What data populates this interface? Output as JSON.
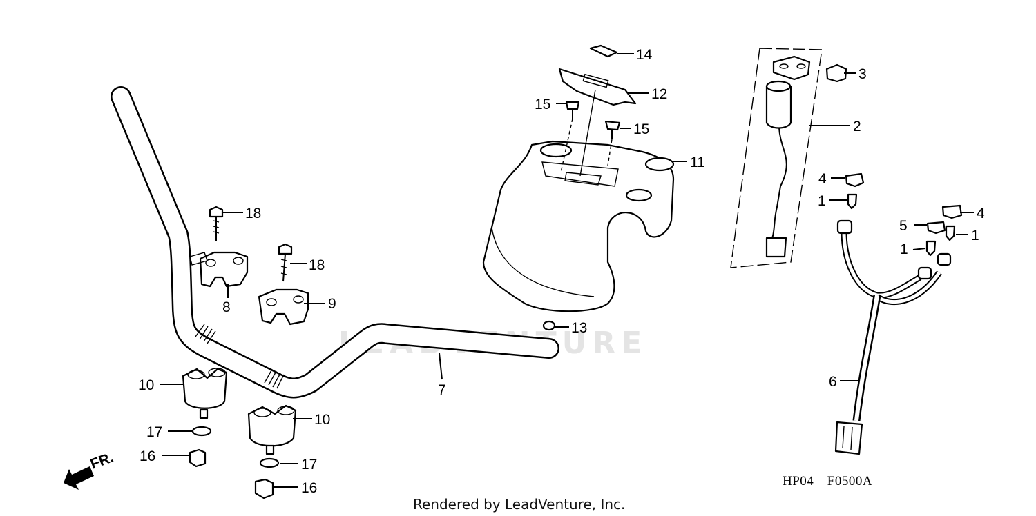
{
  "watermark": "LEADVENTURE",
  "diagram_code": "HP04—F0500A",
  "credit": "Rendered by LeadVenture, Inc.",
  "front_label": "FR.",
  "callouts": {
    "c1a": "1",
    "c1b": "1",
    "c1c": "1",
    "c2": "2",
    "c3": "3",
    "c4a": "4",
    "c4b": "4",
    "c5": "5",
    "c6": "6",
    "c7": "7",
    "c8": "8",
    "c9": "9",
    "c10a": "10",
    "c10b": "10",
    "c11": "11",
    "c12": "12",
    "c13": "13",
    "c14": "14",
    "c15a": "15",
    "c15b": "15",
    "c16a": "16",
    "c16b": "16",
    "c17a": "17",
    "c17b": "17",
    "c18a": "18",
    "c18b": "18"
  }
}
